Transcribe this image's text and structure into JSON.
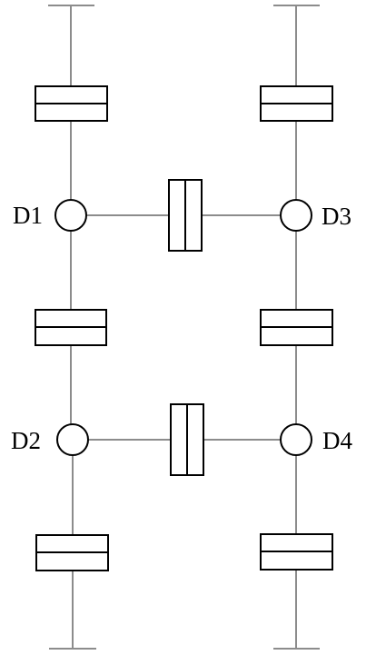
{
  "diagram": {
    "nodes": [
      {
        "id": "D1",
        "label": "D1"
      },
      {
        "id": "D2",
        "label": "D2"
      },
      {
        "id": "D3",
        "label": "D3"
      },
      {
        "id": "D4",
        "label": "D4"
      }
    ],
    "colors": {
      "wire": "#8c8c8c",
      "outline": "#000000",
      "background": "#ffffff"
    }
  }
}
